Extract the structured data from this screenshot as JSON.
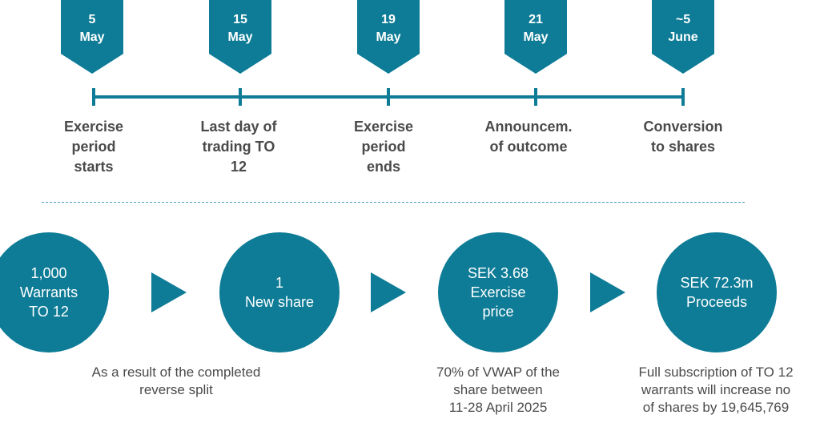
{
  "timeline": [
    {
      "day": "5",
      "month": "May",
      "label": [
        "Exercise",
        "period",
        "starts"
      ]
    },
    {
      "day": "15",
      "month": "May",
      "label": [
        "Last day of",
        "trading TO",
        "12"
      ]
    },
    {
      "day": "19",
      "month": "May",
      "label": [
        "Exercise",
        "period",
        "ends"
      ]
    },
    {
      "day": "21",
      "month": "May",
      "label": [
        "Announcem.",
        "of outcome"
      ]
    },
    {
      "day": "~5",
      "month": "June",
      "label": [
        "Conversion",
        "to shares"
      ]
    }
  ],
  "flow": [
    {
      "lines": [
        "1,000",
        "Warrants",
        "TO 12"
      ]
    },
    {
      "lines": [
        "1",
        "New share"
      ]
    },
    {
      "lines": [
        "SEK 3.68",
        "Exercise",
        "price"
      ]
    },
    {
      "lines": [
        "SEK 72.3m",
        "Proceeds"
      ]
    }
  ],
  "notes": [
    {
      "lines": [
        "As a result of the completed",
        "reverse split"
      ]
    },
    {
      "lines": [
        "70% of VWAP of the",
        "share between",
        "11-28 April 2025"
      ]
    },
    {
      "lines": [
        "Full subscription of TO 12",
        "warrants will increase no",
        "of shares by 19,645,769"
      ]
    }
  ],
  "colors": {
    "accent": "#0e7c96",
    "text": "#4a4a4a",
    "divider": "#4a9fc0"
  }
}
